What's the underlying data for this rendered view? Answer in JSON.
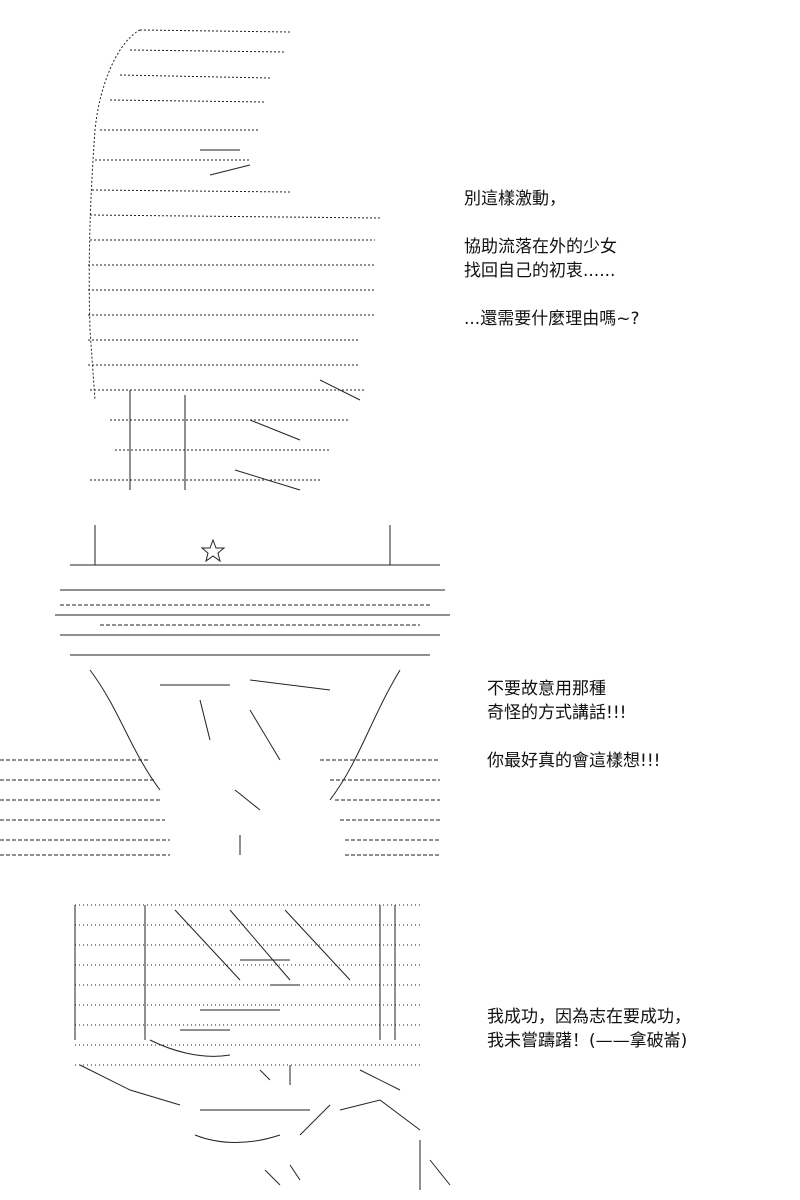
{
  "panels": [
    {
      "lines": [
        "別這樣激動，",
        "",
        "協助流落在外的少女",
        "找回自己的初衷......",
        "",
        "...還需要什麼理由嗎~?"
      ]
    },
    {
      "lines": [
        "不要故意用那種",
        "奇怪的方式講話!!!",
        "",
        "你最好真的會這樣想!!!"
      ]
    },
    {
      "lines": [
        "我成功，因為志在要成功，",
        "我未嘗躊躇！(——拿破崙)"
      ]
    }
  ],
  "colors": {
    "background": "#ffffff",
    "text": "#111111",
    "art": "#222222"
  },
  "icons": [
    "ascii-art-figure",
    "ascii-art-star"
  ]
}
